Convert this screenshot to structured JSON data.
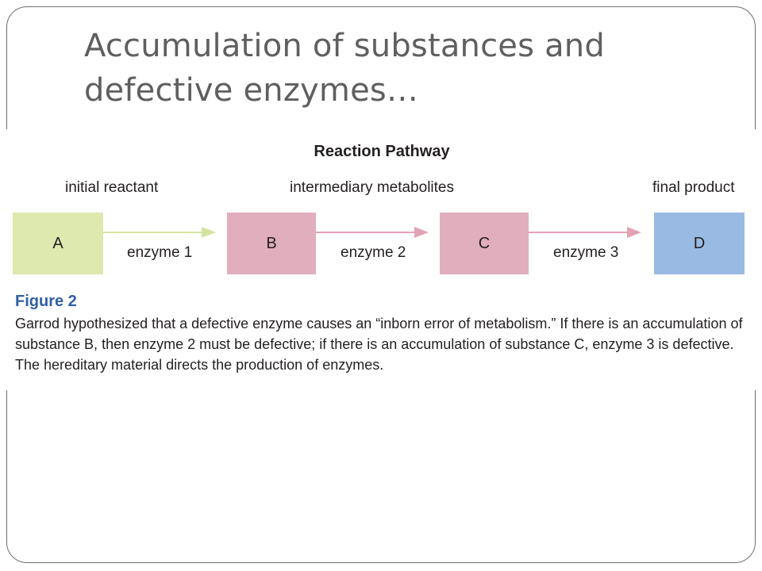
{
  "slide": {
    "title": "Accumulation of substances and defective enzymes…"
  },
  "diagram": {
    "title": "Reaction Pathway",
    "stage_labels": {
      "initial": "initial reactant",
      "intermediate": "intermediary metabolites",
      "final": "final product"
    },
    "nodes": [
      {
        "id": "A",
        "label": "A",
        "color": "#dde9ae"
      },
      {
        "id": "B",
        "label": "B",
        "color": "#e0aebc"
      },
      {
        "id": "C",
        "label": "C",
        "color": "#e0aebc"
      },
      {
        "id": "D",
        "label": "D",
        "color": "#99bae2"
      }
    ],
    "edges": [
      {
        "from": "A",
        "to": "B",
        "label": "enzyme 1",
        "color": "#dde9ae"
      },
      {
        "from": "B",
        "to": "C",
        "label": "enzyme 2",
        "color": "#e0aebc"
      },
      {
        "from": "C",
        "to": "D",
        "label": "enzyme 3",
        "color": "#e0aebc"
      }
    ],
    "figure_number": "Figure 2",
    "caption": "Garrod hypothesized that a defective enzyme causes an “inborn error of metabolism.” If there is an accumulation of substance B, then enzyme 2 must be defective; if there is an accumulation of substance C, enzyme 3 is defective. The hereditary material directs the production of enzymes."
  }
}
